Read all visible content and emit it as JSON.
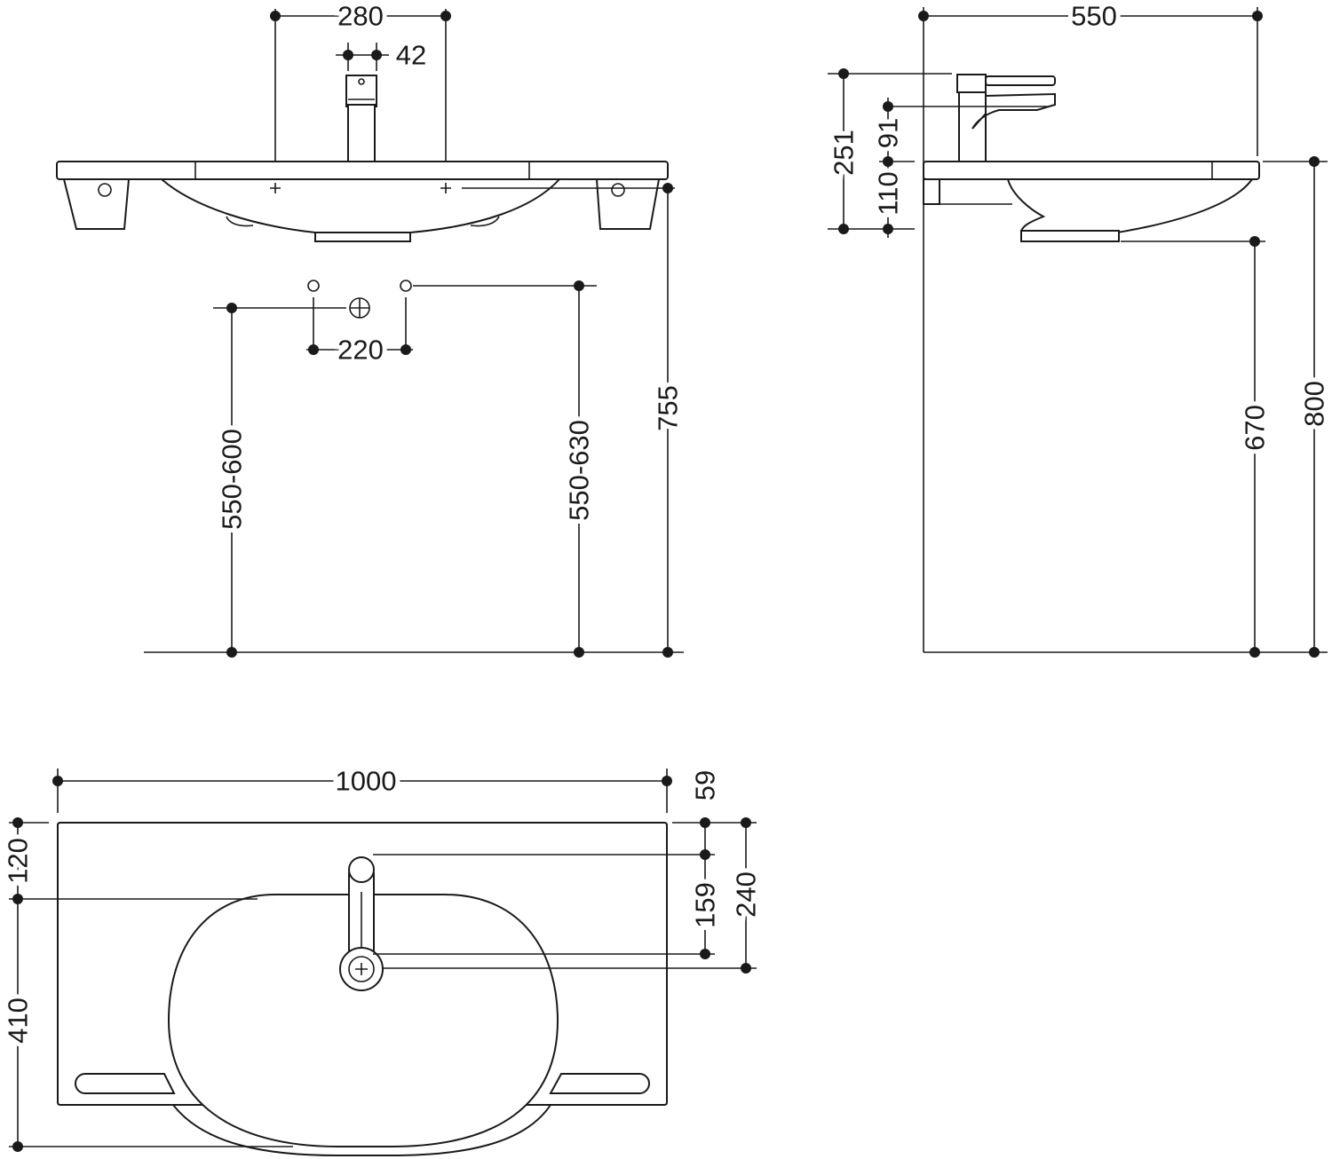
{
  "front_view": {
    "faucet_spacing": "280",
    "faucet_width": "42",
    "supply_spacing": "220",
    "drain_height_range": "550-600",
    "supply_height_range": "550-630",
    "rim_height": "755"
  },
  "side_view": {
    "depth": "550",
    "faucet_total_height": "251",
    "faucet_spout_height": "91",
    "basin_thickness": "110",
    "underside_clearance": "670",
    "top_height": "800"
  },
  "top_view": {
    "width": "1000",
    "faucet_offset": "59",
    "spout_length": "159",
    "drain_offset": "240",
    "rear_deck": "120",
    "bowl_depth": "410"
  }
}
